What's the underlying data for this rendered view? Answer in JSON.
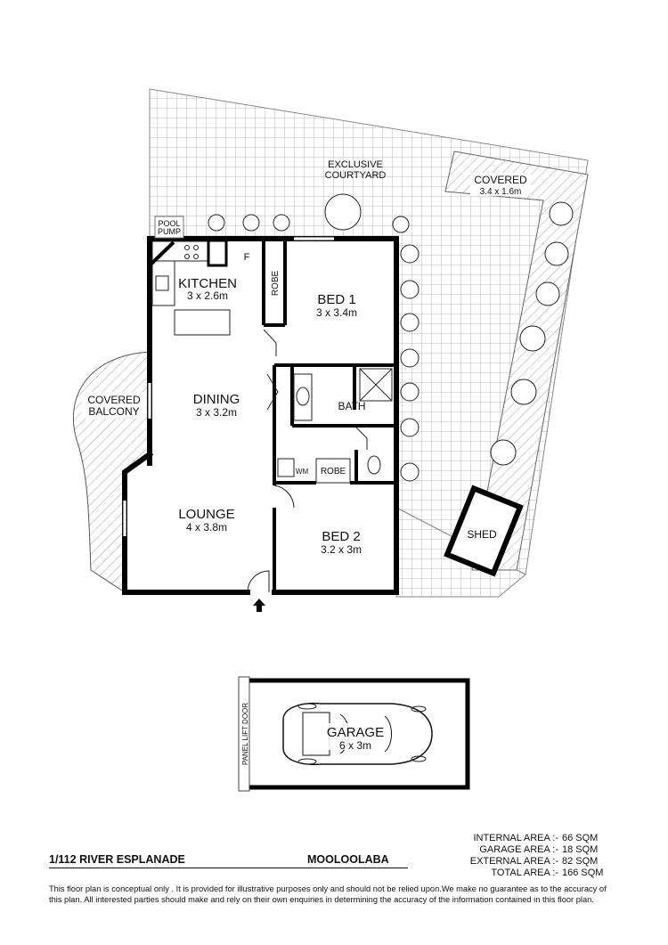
{
  "rooms": {
    "kitchen": {
      "name": "KITCHEN",
      "size": "3 x 2.6m"
    },
    "bed1": {
      "name": "BED 1",
      "size": "3 x 3.4m"
    },
    "dining": {
      "name": "DINING",
      "size": "3 x 3.2m"
    },
    "lounge": {
      "name": "LOUNGE",
      "size": "4 x 3.8m"
    },
    "bed2": {
      "name": "BED 2",
      "size": "3.2 x 3m"
    },
    "garage": {
      "name": "GARAGE",
      "size": "6 x 3m"
    }
  },
  "small_labels": {
    "bath": "BATH",
    "robe1": "ROBE",
    "robe2": "ROBE",
    "wm": "WM",
    "fridge": "F",
    "shed": "SHED",
    "panel_lift_door": "PANEL LIFT DOOR",
    "pool_pump_line1": "POOL",
    "pool_pump_line2": "PUMP"
  },
  "outdoor": {
    "courtyard_line1": "EXCLUSIVE",
    "courtyard_line2": "COURTYARD",
    "covered_top": "COVERED",
    "covered_top_size": "3.4 x 1.6m",
    "balcony_line1": "COVERED",
    "balcony_line2": "BALCONY"
  },
  "footer": {
    "address": "1/112 RIVER ESPLANADE",
    "suburb": "MOOLOOLABA",
    "areas": [
      {
        "label": "INTERNAL AREA :-",
        "value": "66 SQM"
      },
      {
        "label": "GARAGE AREA :-",
        "value": "18 SQM"
      },
      {
        "label": "EXTERNAL AREA :-",
        "value": "82 SQM"
      },
      {
        "label": "TOTAL AREA :-",
        "value": "166 SQM"
      }
    ],
    "disclaimer": "This floor plan  is conceptual only . It is provided for illustrative purposes only and should not be relied upon.We make no guarantee as to the accuracy of this plan. All interested parties should make and rely on their own enquiries in determining the accuracy of the information contained in this floor plan."
  },
  "colors": {
    "wall": "#000000",
    "hatch": "#9a9a9a",
    "grid": "#9a9a9a"
  }
}
